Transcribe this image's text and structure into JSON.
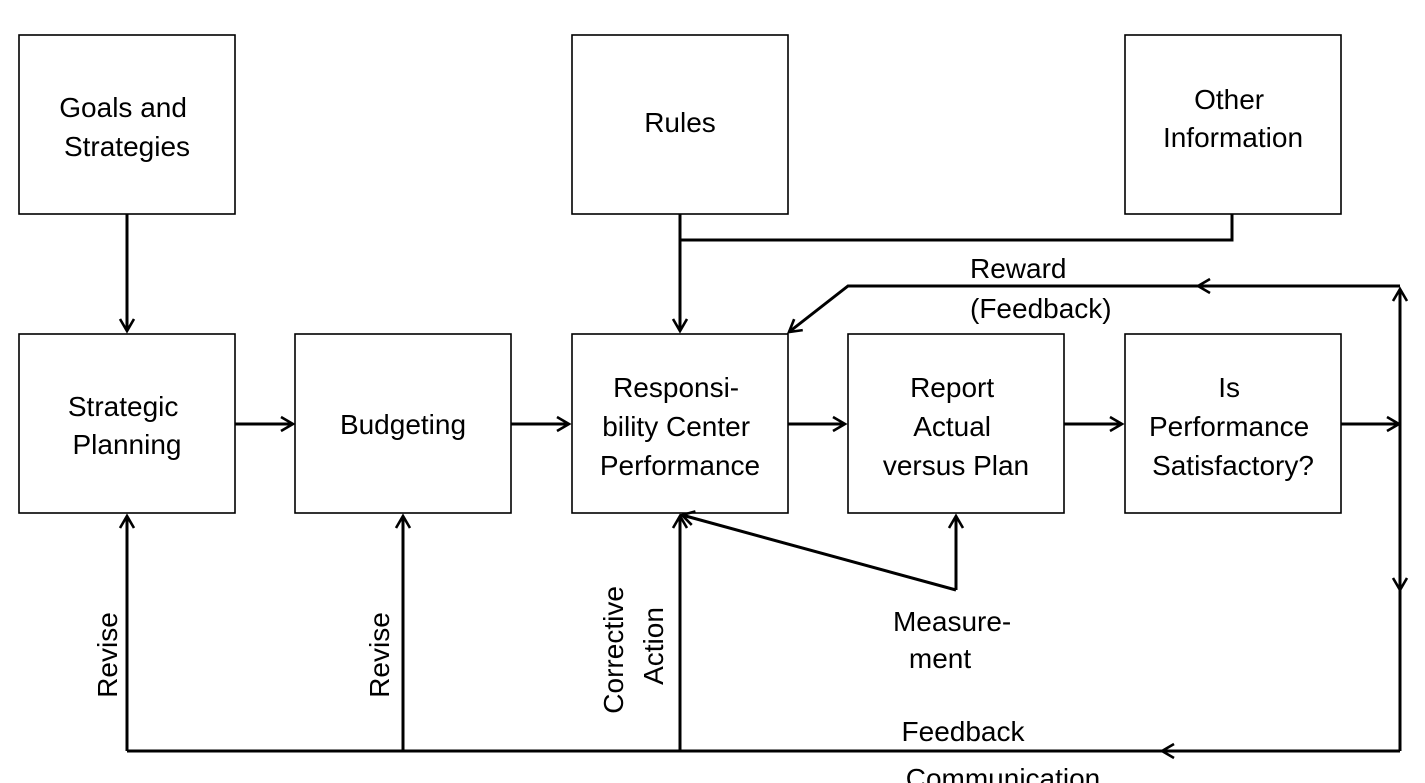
{
  "boxes": {
    "goals": [
      "Goals and",
      "Strategies"
    ],
    "rules": [
      "Rules"
    ],
    "other_info": [
      "Other",
      "Information"
    ],
    "strategic_planning": [
      "Strategic",
      "Planning"
    ],
    "budgeting": [
      "Budgeting"
    ],
    "responsibility_center": [
      "Responsi-",
      "bility Center",
      "Performance"
    ],
    "report": [
      "Report",
      "Actual",
      "versus Plan"
    ],
    "satisfactory": [
      "Is",
      "Performance",
      "Satisfactory?"
    ]
  },
  "labels": {
    "reward": [
      "Reward",
      "(Feedback)"
    ],
    "revise_planning": "Revise",
    "revise_budget": "Revise",
    "corrective_action": [
      "Corrective",
      "Action"
    ],
    "measurement": [
      "Measure-",
      "ment"
    ],
    "feedback": "Feedback",
    "communication": "Communication"
  },
  "colors": {
    "stroke": "#000000",
    "fill": "#ffffff",
    "text": "#000000"
  }
}
